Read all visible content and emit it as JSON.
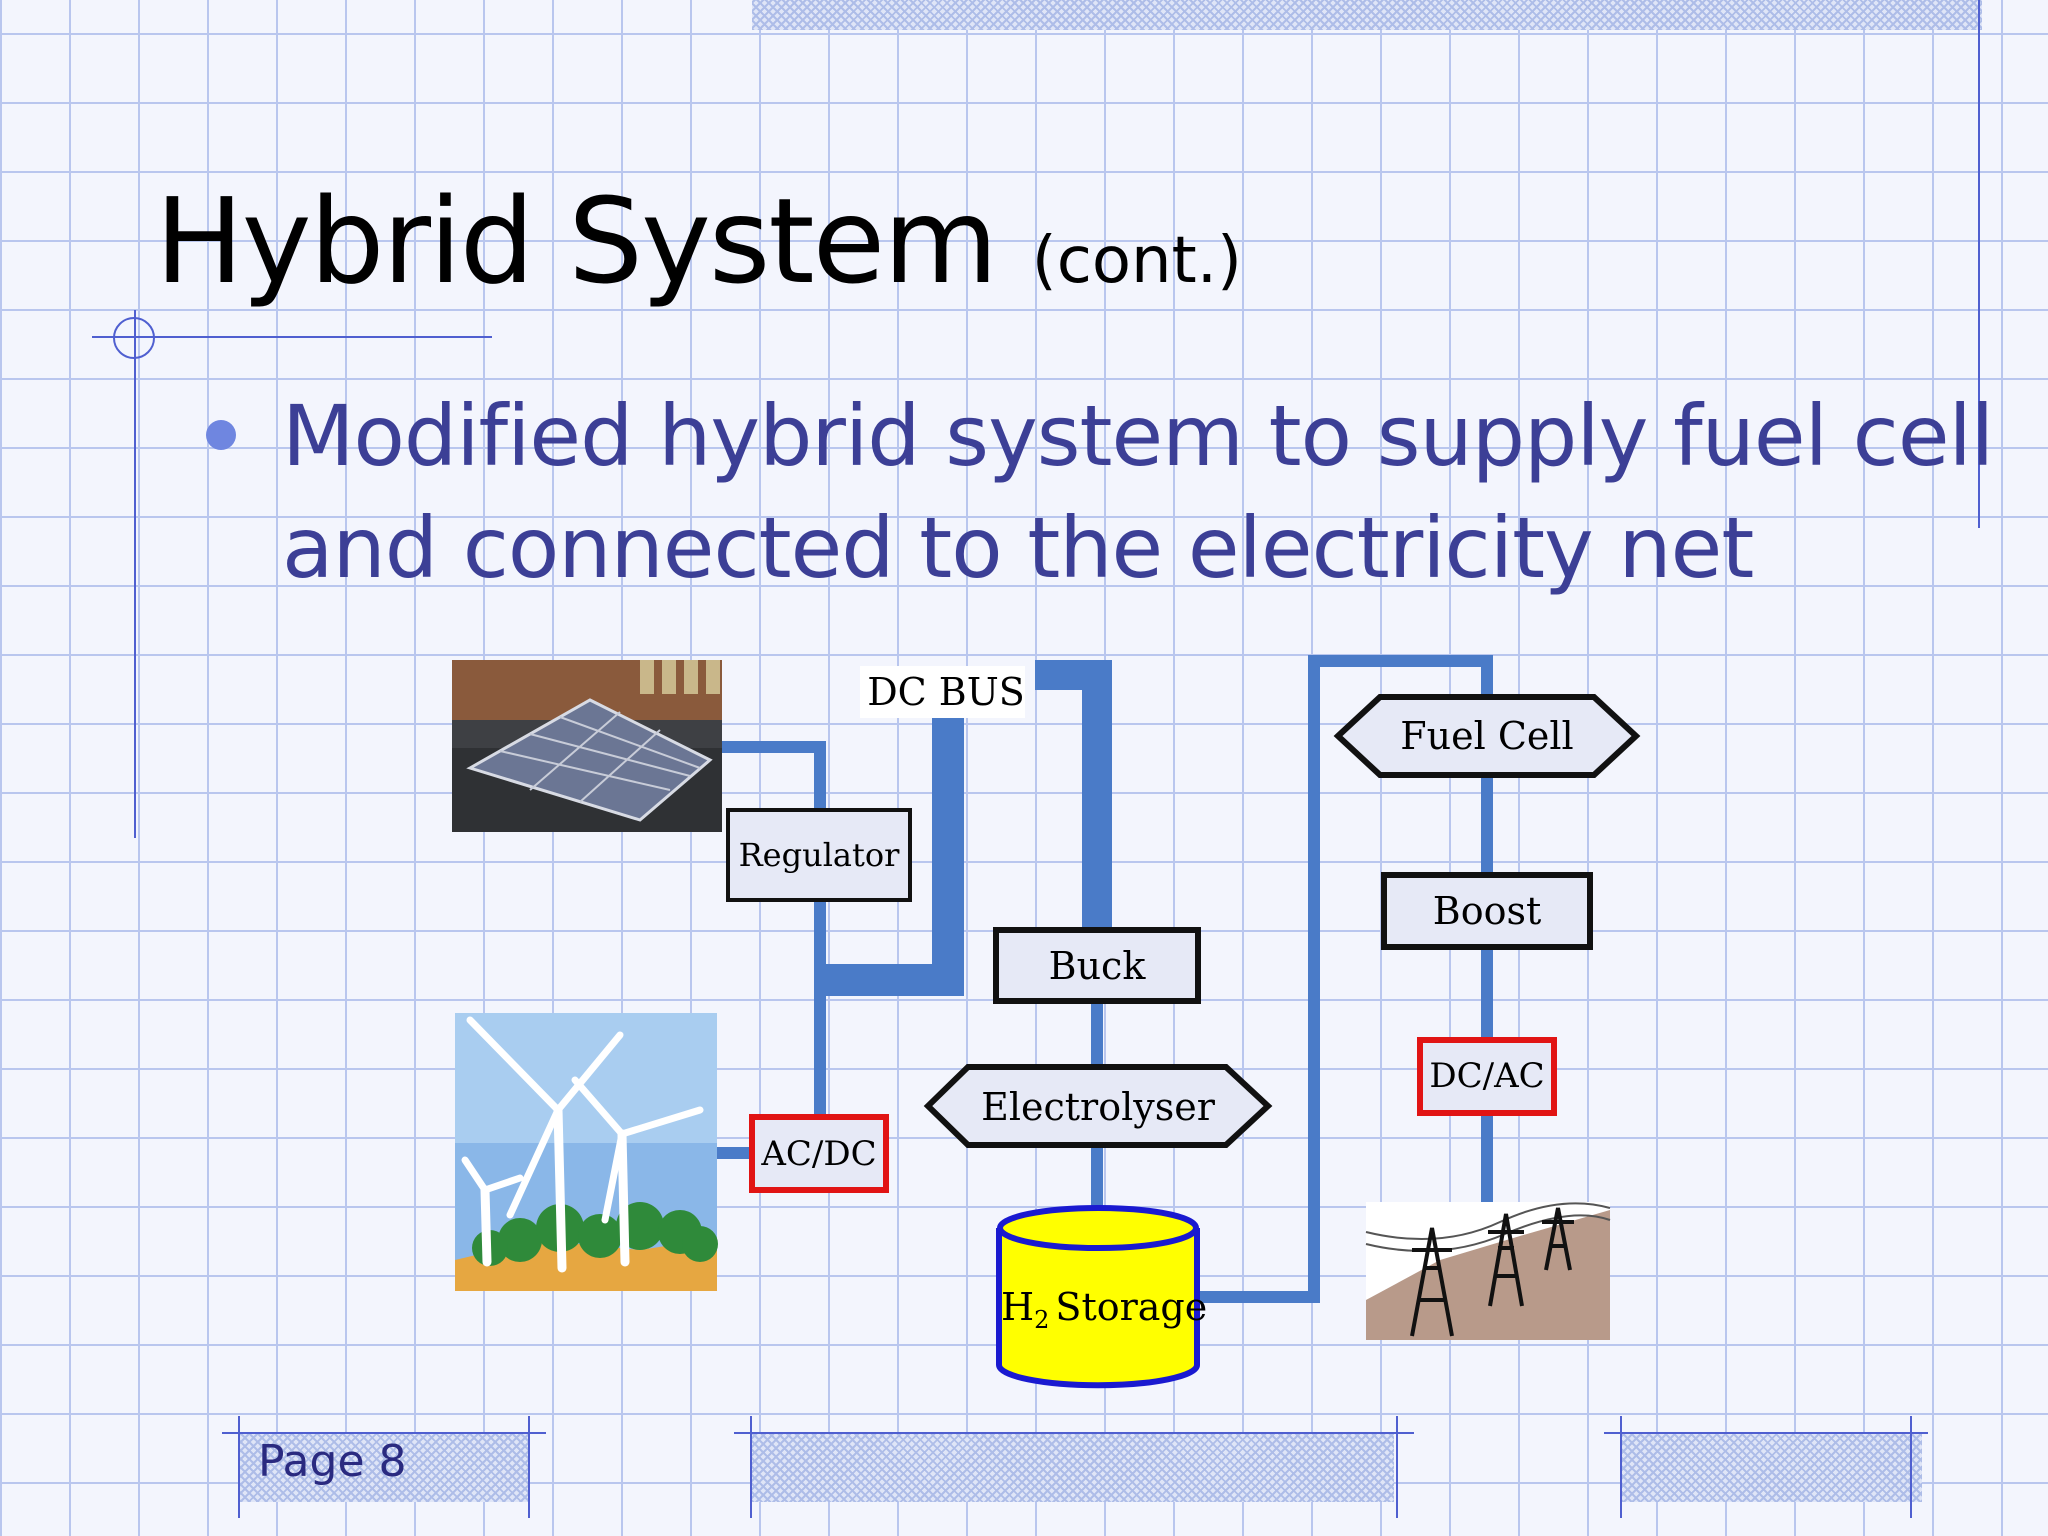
{
  "slide": {
    "title": "Hybrid System",
    "title_suffix": "(cont.)",
    "bullet": "Modified hybrid system to supply fuel cell and connected to  the electricity net",
    "footer_page": "Page 8"
  },
  "diagram": {
    "dc_bus_label": "DC BUS",
    "regulator": "Regulator",
    "acdc": "AC/DC",
    "buck": "Buck",
    "electrolyser": "Electrolyser",
    "h2_symbol": "H",
    "h2_subscript": "2",
    "h2_storage": "Storage",
    "fuel_cell": "Fuel Cell",
    "boost": "Boost",
    "dcac": "DC/AC"
  },
  "colors": {
    "line_blue": "#4a7bc8",
    "box_fill": "#e6e9f6",
    "converter_border_red": "#e11414",
    "storage_yellow": "#ffff00",
    "storage_border": "#1a1ad0",
    "title_text": "#000000",
    "bullet_text": "#3c3f96"
  }
}
